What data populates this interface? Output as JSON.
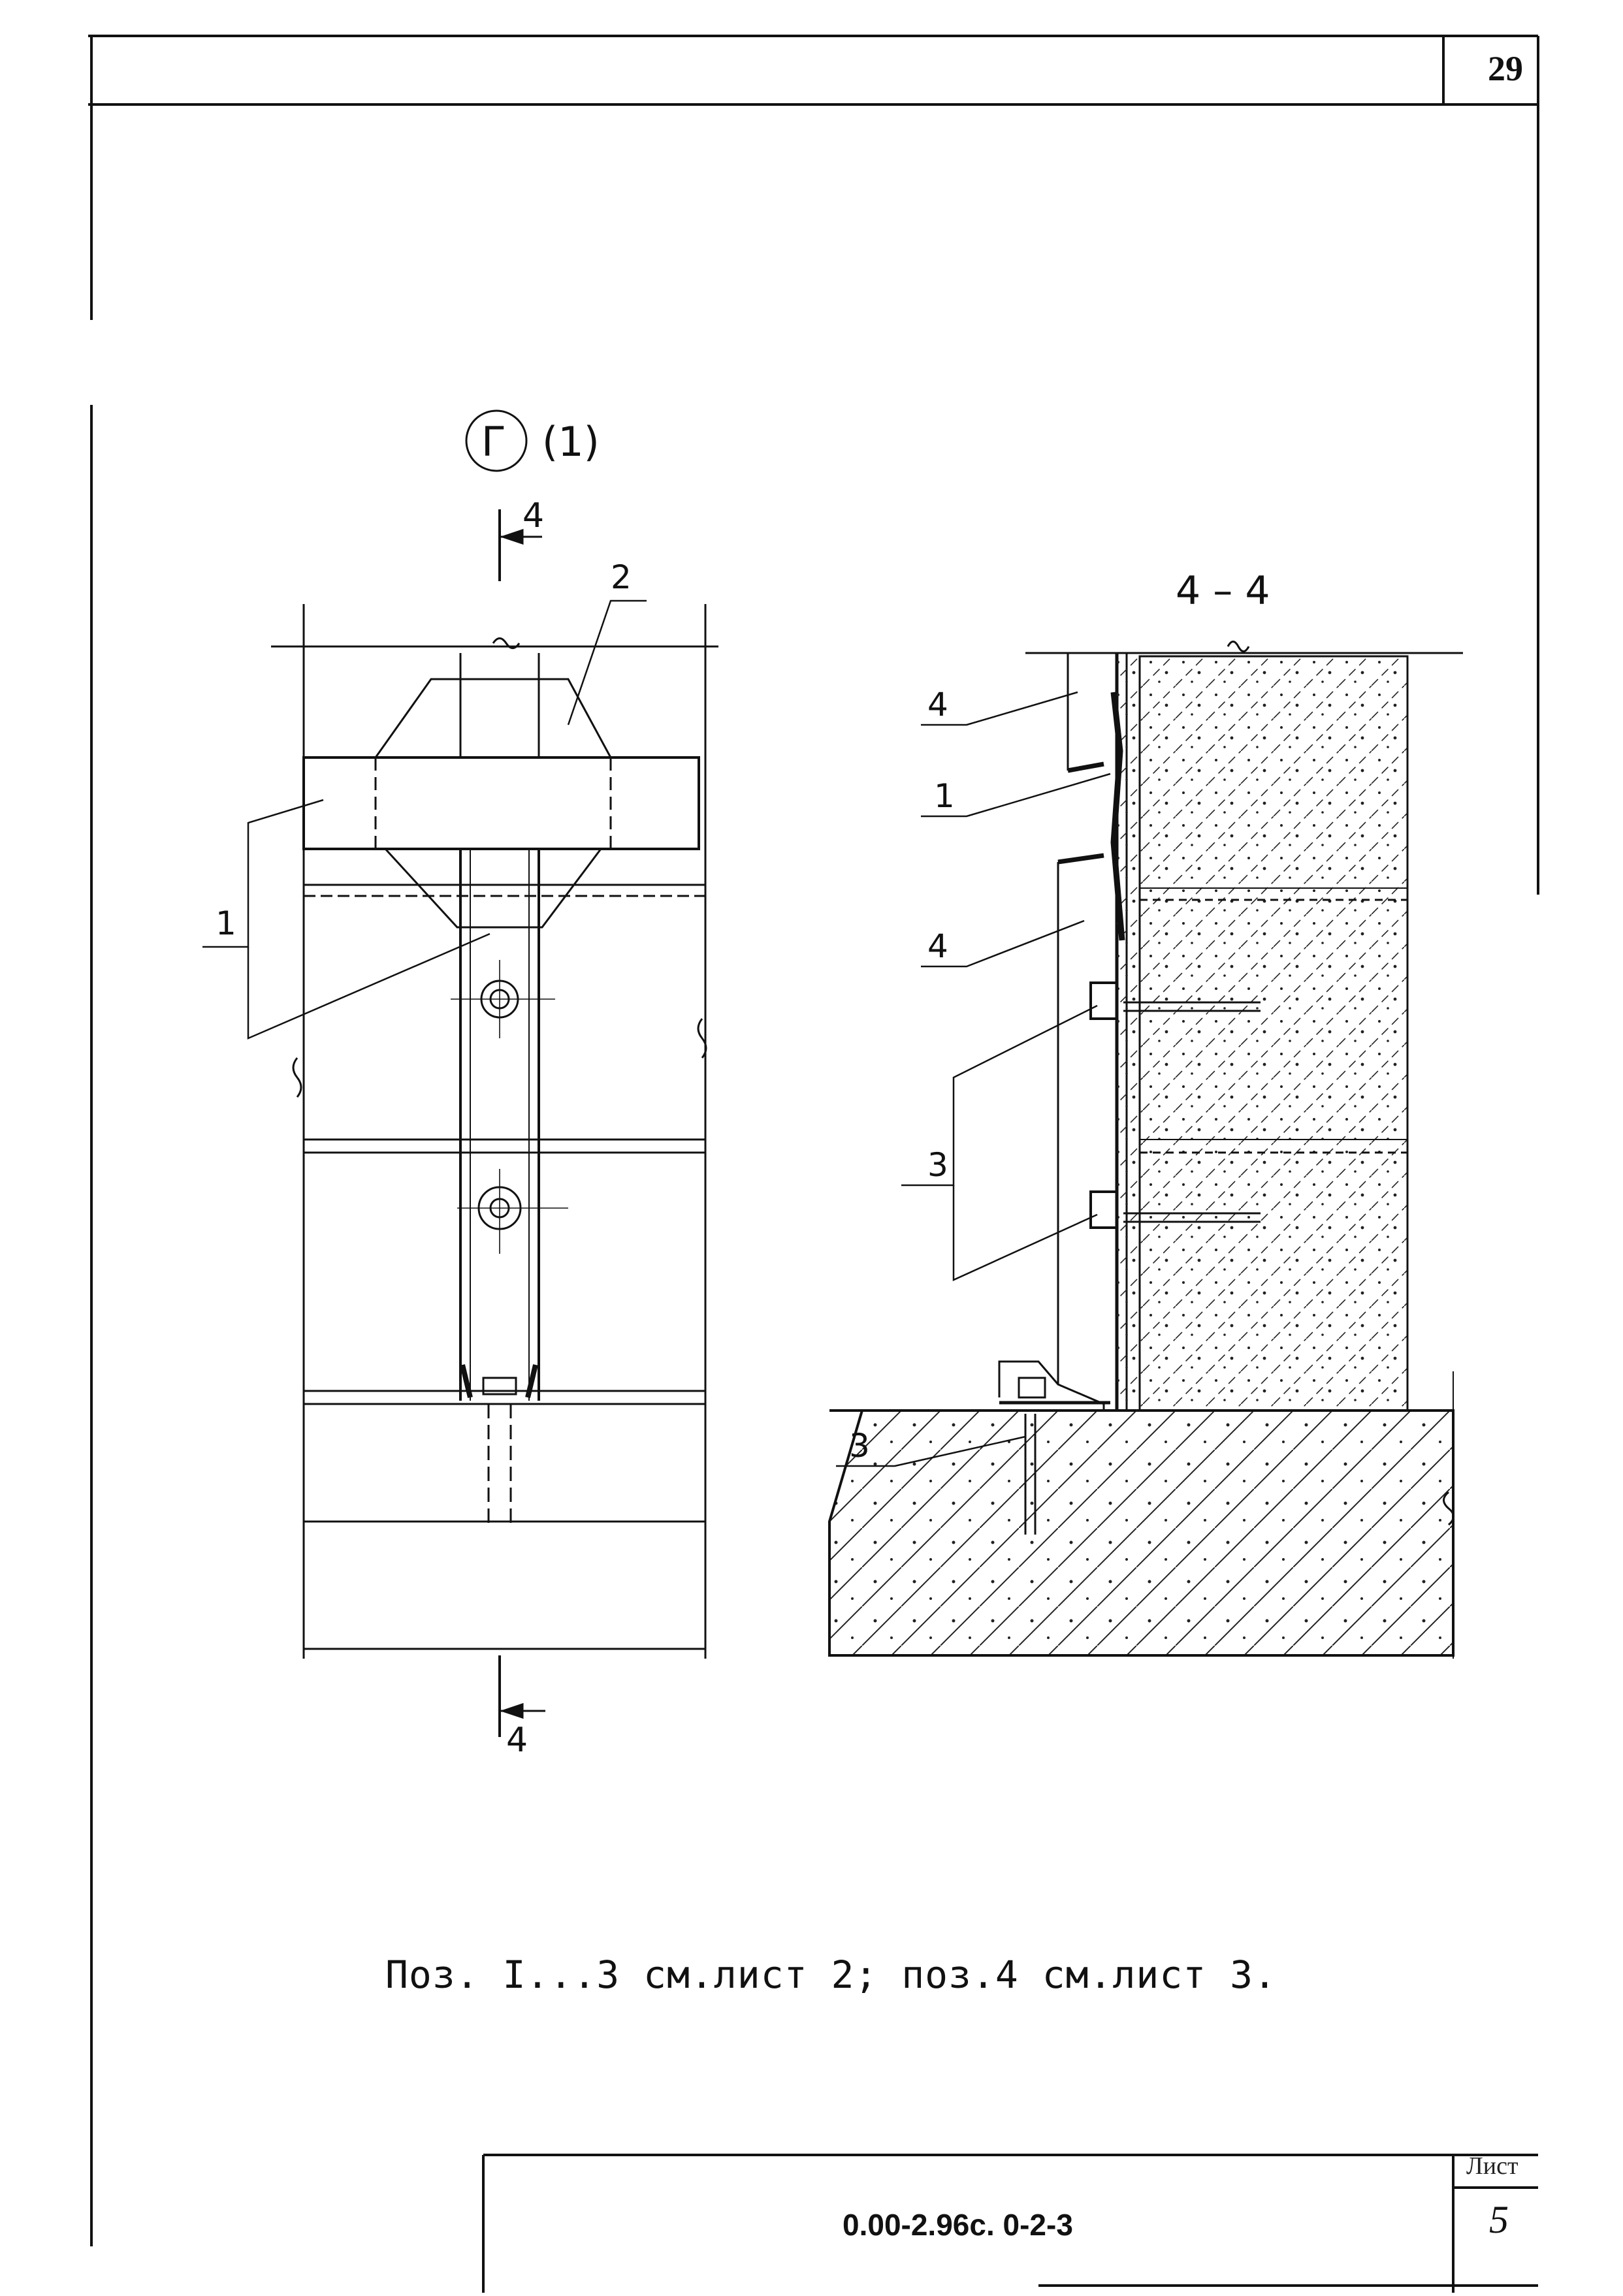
{
  "page_number": "29",
  "view_marks": {
    "circle_letter": "Г",
    "paren_ref": "(1)",
    "section_title": "4 – 4",
    "cut_top": "4",
    "cut_bottom": "4"
  },
  "plan_callouts": [
    "1",
    "2"
  ],
  "section_callouts": [
    "4",
    "1",
    "4",
    "3",
    "3"
  ],
  "note": "Поз. I...3 см.лист 2; поз.4 см.лист 3.",
  "title_block": {
    "doc_code": "0.00-2.96с. 0-2-3",
    "sheet_label": "Лист",
    "sheet_value": "5"
  }
}
